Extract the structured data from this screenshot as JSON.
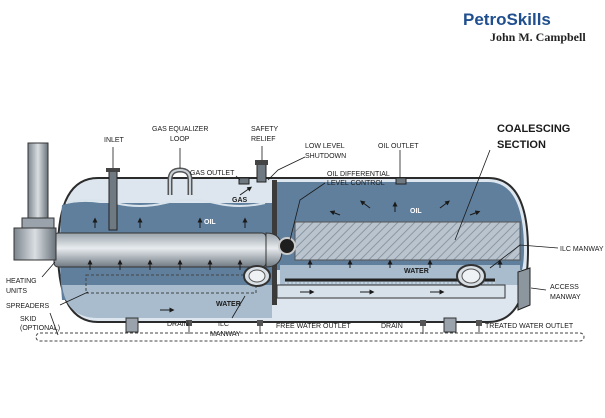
{
  "logo": {
    "brand": "PetroSkills",
    "sub": "John M. Campbell"
  },
  "labels": {
    "inlet": "INLET",
    "gas_eq_1": "GAS EQUALIZER",
    "gas_eq_2": "LOOP",
    "safety_1": "SAFETY",
    "safety_2": "RELIEF",
    "low_level_1": "LOW LEVEL",
    "low_level_2": "SHUTDOWN",
    "oil_outlet": "OIL OUTLET",
    "coalescing_1": "COALESCING",
    "coalescing_2": "SECTION",
    "gas_outlet": "GAS OUTLET",
    "oil_diff_1": "OIL DIFFERENTIAL",
    "oil_diff_2": "LEVEL CONTROL",
    "gas": "GAS",
    "oil_left": "OIL",
    "oil_right": "OIL",
    "water_right": "WATER",
    "water_left": "WATER",
    "ilc_manway_right": "ILC MANWAY",
    "access_1": "ACCESS",
    "access_2": "MANWAY",
    "heating_1": "HEATING",
    "heating_2": "UNITS",
    "spreaders": "SPREADERS",
    "skid_1": "SKID",
    "skid_2": "(OPTIONAL)",
    "drain_left": "DRAIN",
    "ilc_manway_left_1": "ILC",
    "ilc_manway_left_2": "MANWAY",
    "free_water": "FREE WATER OUTLET",
    "drain_right": "DRAIN",
    "treated_water": "TREATED WATER OUTLET"
  },
  "colors": {
    "shell": "#dde6ee",
    "oil": "#5f7f9d",
    "gas": "#c8d6e2",
    "outline": "#2b2b2b",
    "brand": "#1f4f8e"
  }
}
